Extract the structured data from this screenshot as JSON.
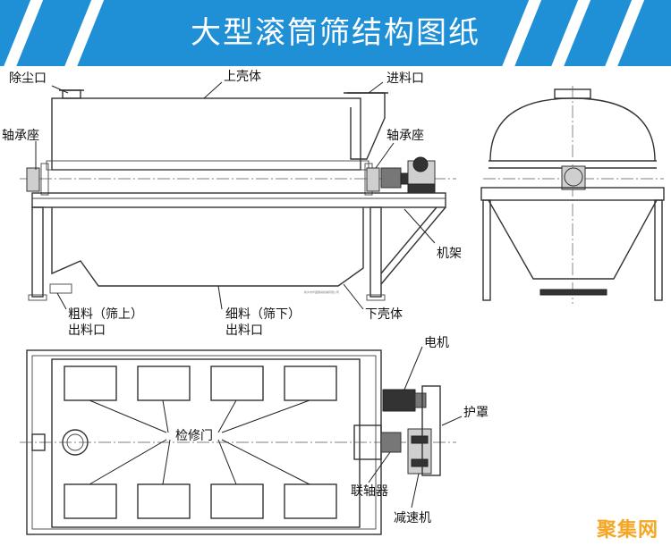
{
  "title": "大型滚筒筛结构图纸",
  "labels": {
    "dust_port": "除尘口",
    "upper_shell": "上壳体",
    "feed_port": "进料口",
    "bearing_left": "轴承座",
    "bearing_right": "轴承座",
    "frame": "机架",
    "coarse_1": "粗料（筛上）",
    "coarse_2": "出料口",
    "fine_1": "细料（筛下）",
    "fine_2": "出料口",
    "lower_shell": "下壳体",
    "motor": "电机",
    "guard": "护罩",
    "inspection_door": "检修门",
    "coupling": "联轴器",
    "reducer": "减速机"
  },
  "watermark": "新乡市华盛振动机械有限公司",
  "logo": "聚集网",
  "colors": {
    "banner": "#1f8fd6",
    "line": "#333333",
    "logo": "#f5a623"
  }
}
